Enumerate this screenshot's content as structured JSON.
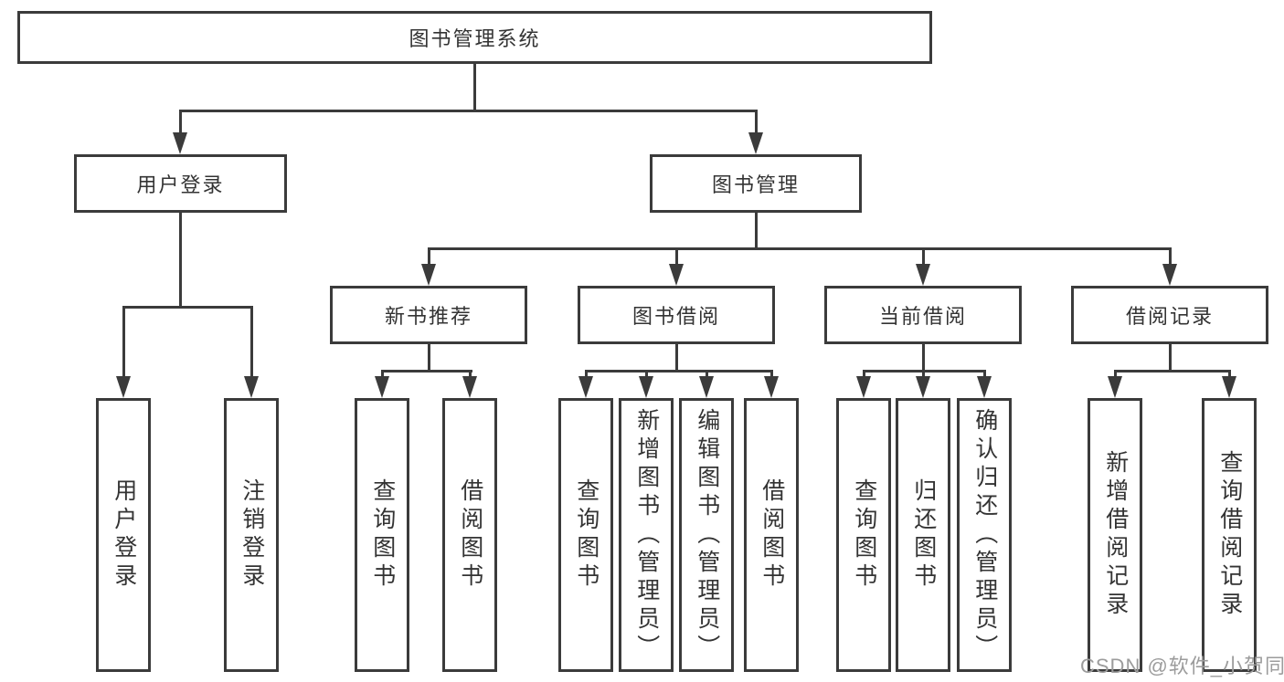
{
  "tree": {
    "label": "图书管理系统",
    "children": [
      {
        "label": "用户登录",
        "children": [
          {
            "label": "用户登录"
          },
          {
            "label": "注销登录"
          }
        ]
      },
      {
        "label": "图书管理",
        "children": [
          {
            "label": "新书推荐",
            "children": [
              {
                "label": "查询图书"
              },
              {
                "label": "借阅图书"
              }
            ]
          },
          {
            "label": "图书借阅",
            "children": [
              {
                "label": "查询图书"
              },
              {
                "label": "新增图书（管理员）"
              },
              {
                "label": "编辑图书（管理员）"
              },
              {
                "label": "借阅图书"
              }
            ]
          },
          {
            "label": "当前借阅",
            "children": [
              {
                "label": "查询图书"
              },
              {
                "label": "归还图书"
              },
              {
                "label": "确认归还（管理员）"
              }
            ]
          },
          {
            "label": "借阅记录",
            "children": [
              {
                "label": "新增借阅记录"
              },
              {
                "label": "查询借阅记录"
              }
            ]
          }
        ]
      }
    ]
  },
  "watermark": {
    "text": "CSDN @软件_小贺同学"
  },
  "colors": {
    "line": "#3b3b3b",
    "box_border": "#3b3b3b",
    "text": "#333333",
    "watermark_text": "#9c9c9c",
    "background": "#ffffff"
  }
}
